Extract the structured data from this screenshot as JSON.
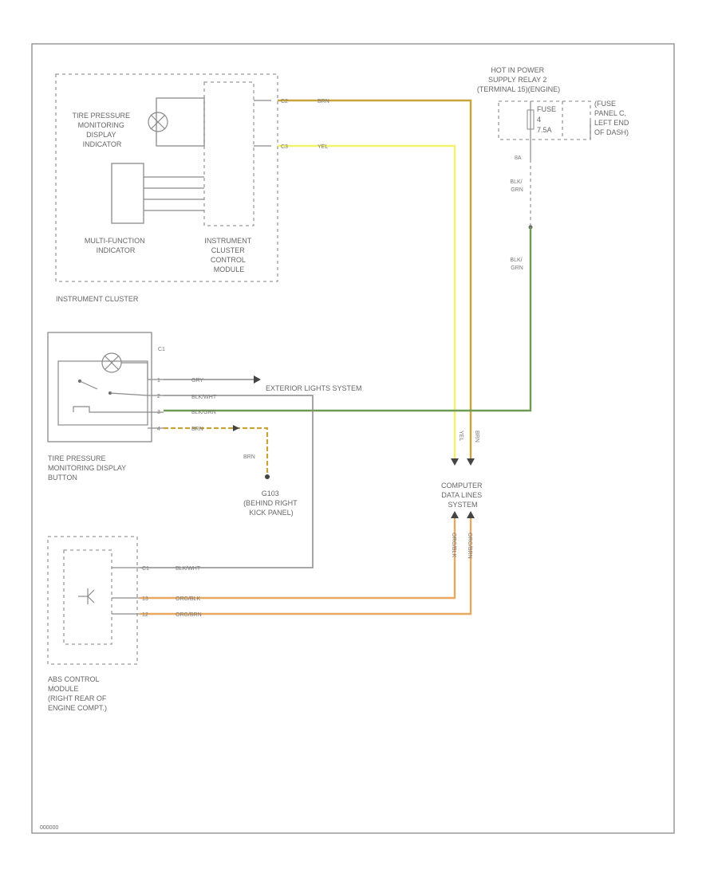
{
  "colors": {
    "yellow": "#f3f36a",
    "brown": "#c8a33a",
    "green": "#6e9a52",
    "orange": "#e8a860",
    "gray": "#8a8a8a"
  },
  "labels": {
    "tpm_display_indicator": [
      "TIRE PRESSURE",
      "MONITORING",
      "DISPLAY",
      "INDICATOR"
    ],
    "multifunction_indicator": [
      "MULTI-FUNCTION",
      "INDICATOR"
    ],
    "cluster_control_module": [
      "INSTRUMENT",
      "CLUSTER",
      "CONTROL",
      "MODULE"
    ],
    "instrument_cluster": "INSTRUMENT CLUSTER",
    "power_supply_relay": [
      "HOT IN POWER",
      "SUPPLY RELAY 2",
      "(TERMINAL 15)(ENGINE)"
    ],
    "fuse": [
      "FUSE",
      "4",
      "7.5A"
    ],
    "fuse_panel": [
      "(FUSE",
      "PANEL C,",
      "LEFT END",
      "OF DASH)"
    ],
    "tpm_button": [
      "TIRE PRESSURE",
      "MONITORING DISPLAY",
      "BUTTON"
    ],
    "exterior_lights": "EXTERIOR LIGHTS SYSTEM",
    "ground": [
      "G103",
      "(BEHIND RIGHT",
      "KICK PANEL)"
    ],
    "data_lines": [
      "COMPUTER",
      "DATA LINES",
      "SYSTEM"
    ],
    "abs_module": [
      "ABS CONTROL",
      "MODULE",
      "(RIGHT REAR OF",
      "ENGINE COMPT.)"
    ],
    "page_code": "000000"
  },
  "wires": {
    "brn": "BRN",
    "yel": "YEL",
    "blk_grn": [
      "BLK/",
      "GRN"
    ],
    "gry": "GRY",
    "blk_wht": "BLK/WHT",
    "blk_grn_inline": "BLK/GRN",
    "orn_blk": "ORG/BLK",
    "orn_brn": "ORG/BRN",
    "yel_v": "YEL",
    "brn_v": "BRN"
  },
  "pins": {
    "ic_brn": "C2",
    "ic_yel": "C3",
    "relay_out": "8A",
    "btn_gry": "1",
    "btn_bw": "2",
    "btn_bg": "3",
    "btn_brn": "4",
    "abs_bw": "C1",
    "abs_ob": "13",
    "abs_obr": "12",
    "cbtn": "C1"
  }
}
